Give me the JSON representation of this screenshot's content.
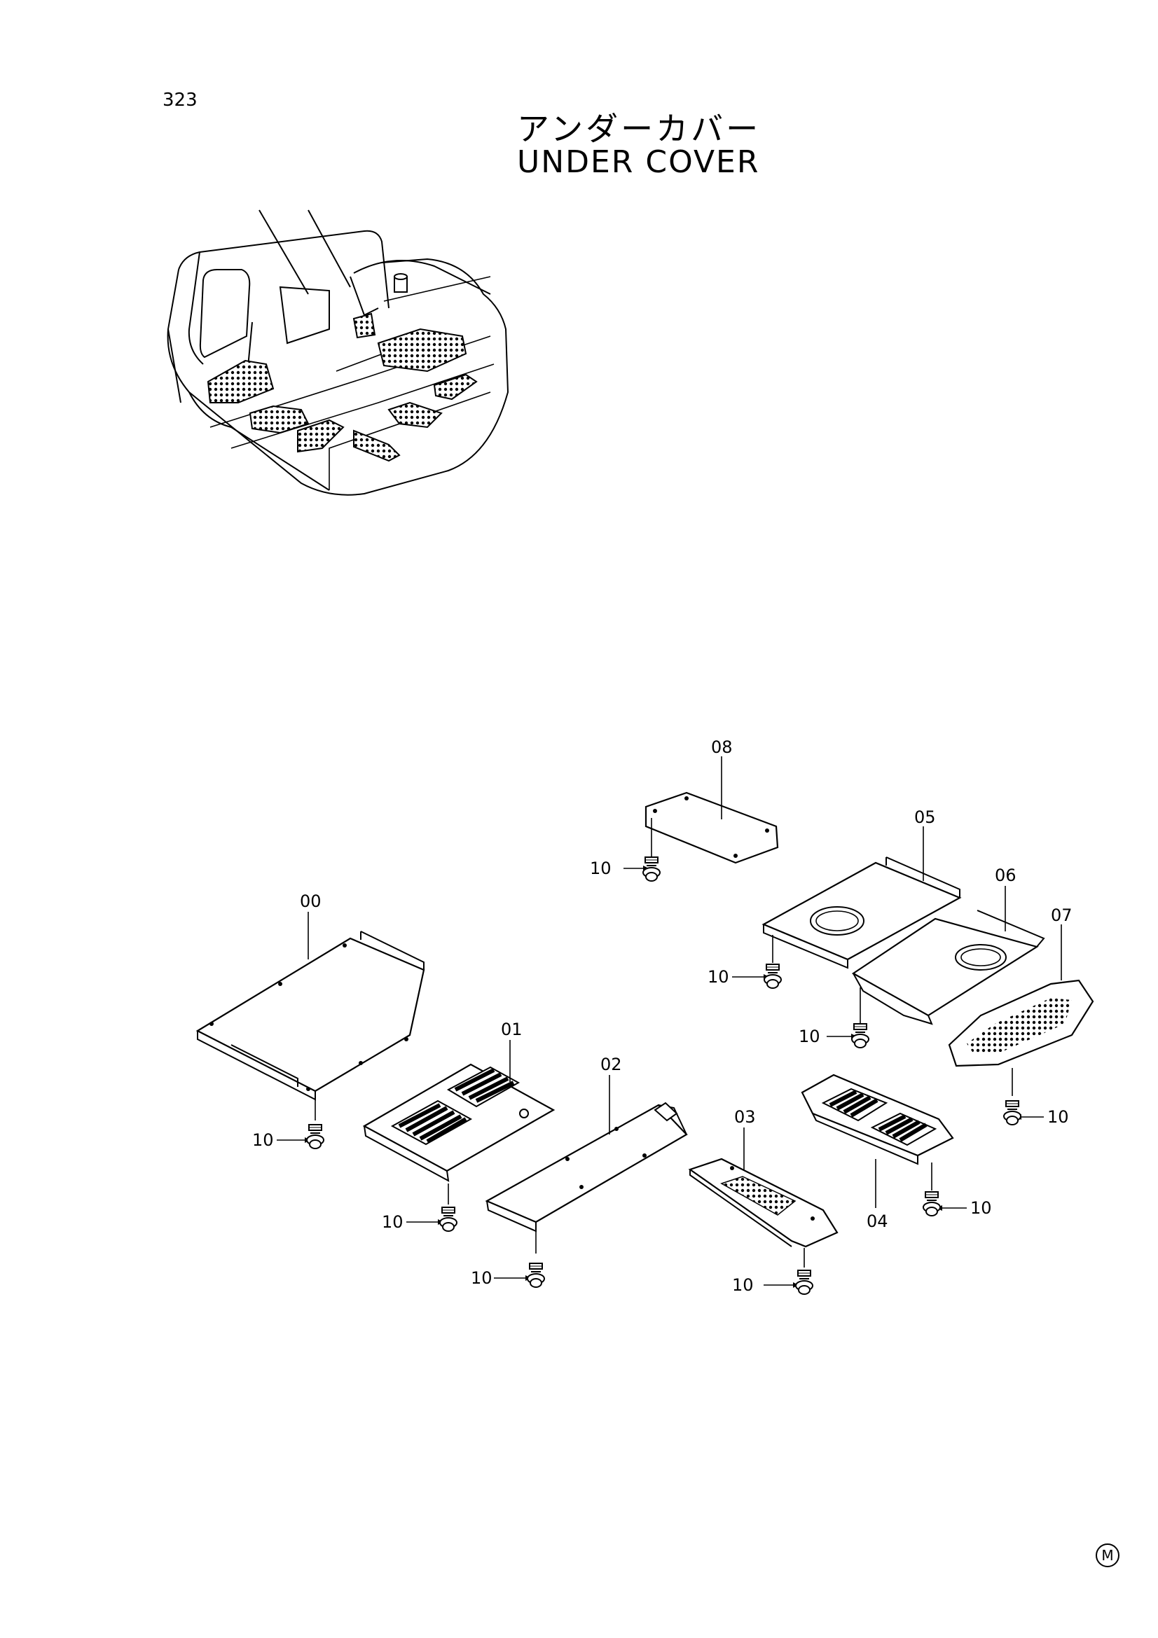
{
  "page_number": "323",
  "title_jp": "アンダーカバー",
  "title_en": "UNDER COVER",
  "footer_mark": "M",
  "callouts": {
    "p00": "00",
    "p01": "01",
    "p02": "02",
    "p03": "03",
    "p04": "04",
    "p05": "05",
    "p06": "06",
    "p07": "07",
    "p08": "08",
    "bolt": "10"
  }
}
